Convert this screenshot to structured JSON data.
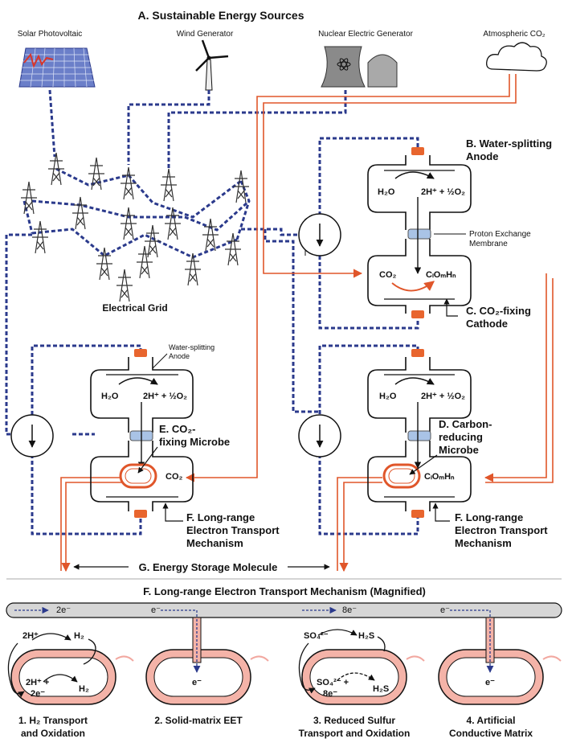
{
  "section_a": {
    "title": "A. Sustainable Energy Sources"
  },
  "sources": {
    "solar": "Solar Photovoltaic",
    "wind": "Wind Generator",
    "nuclear": "Nuclear Electric Generator",
    "co2": "Atmospheric CO₂"
  },
  "grid_label": "Electrical Grid",
  "module_b": {
    "title_line1": "B. Water-splitting",
    "title_line2": "Anode",
    "h2o": "H₂O",
    "products": "2H⁺ + ½O₂",
    "membrane_line1": "Proton Exchange",
    "membrane_line2": "Membrane",
    "co2": "CO₂",
    "product": "CₗOₘHₙ"
  },
  "module_c": {
    "title_line1": "C. CO₂-fixing",
    "title_line2": "Cathode"
  },
  "module_e": {
    "anode_line1": "Water-splitting",
    "anode_line2": "Anode",
    "h2o": "H₂O",
    "products": "2H⁺ + ½O₂",
    "title_line1": "E. CO₂-",
    "title_line2": "fixing Microbe",
    "co2": "CO₂",
    "f_line1": "F. Long-range",
    "f_line2": "Electron Transport",
    "f_line3": "Mechanism"
  },
  "module_d": {
    "h2o": "H₂O",
    "products": "2H⁺ + ½O₂",
    "title_line1": "D. Carbon-",
    "title_line2": "reducing",
    "title_line3": "Microbe",
    "product": "CₗOₘHₙ",
    "f_line1": "F. Long-range",
    "f_line2": "Electron Transport",
    "f_line3": "Mechanism"
  },
  "section_g": {
    "title": "G. Energy Storage Molecule"
  },
  "section_f": {
    "title": "F. Long-range Electron Transport Mechanism (Magnified)"
  },
  "panel": {
    "e1": "2e⁻",
    "e2": "e⁻",
    "e3": "8e⁻",
    "e4": "e⁻",
    "m1_top_left": "2H⁺",
    "m1_top_right": "H₂",
    "m1_in_left1": "2H⁺ +",
    "m1_in_left2": "2e⁻",
    "m1_in_right": "H₂",
    "m2_e": "e⁻",
    "m3_top_left": "SO₄²⁻",
    "m3_top_right": "H₂S",
    "m3_in_left1": "SO₄²⁻ +",
    "m3_in_left2": "8e⁻",
    "m3_in_right": "H₂S",
    "m4_e": "e⁻"
  },
  "mechanisms": [
    {
      "line1": "1. H₂ Transport",
      "line2": "and Oxidation"
    },
    {
      "line1": "2. Solid-matrix EET",
      "line2": ""
    },
    {
      "line1": "3. Reduced Sulfur",
      "line2": "Transport and Oxidation"
    },
    {
      "line1": "4. Artificial",
      "line2": "Conductive Matrix"
    }
  ],
  "colors": {
    "grid": "#2b3a8c",
    "carbon_flow": "#e0562a",
    "electrode": "#e8652e",
    "membrane": "#a9c3e6",
    "cell_wall": "#f2a8a0"
  }
}
